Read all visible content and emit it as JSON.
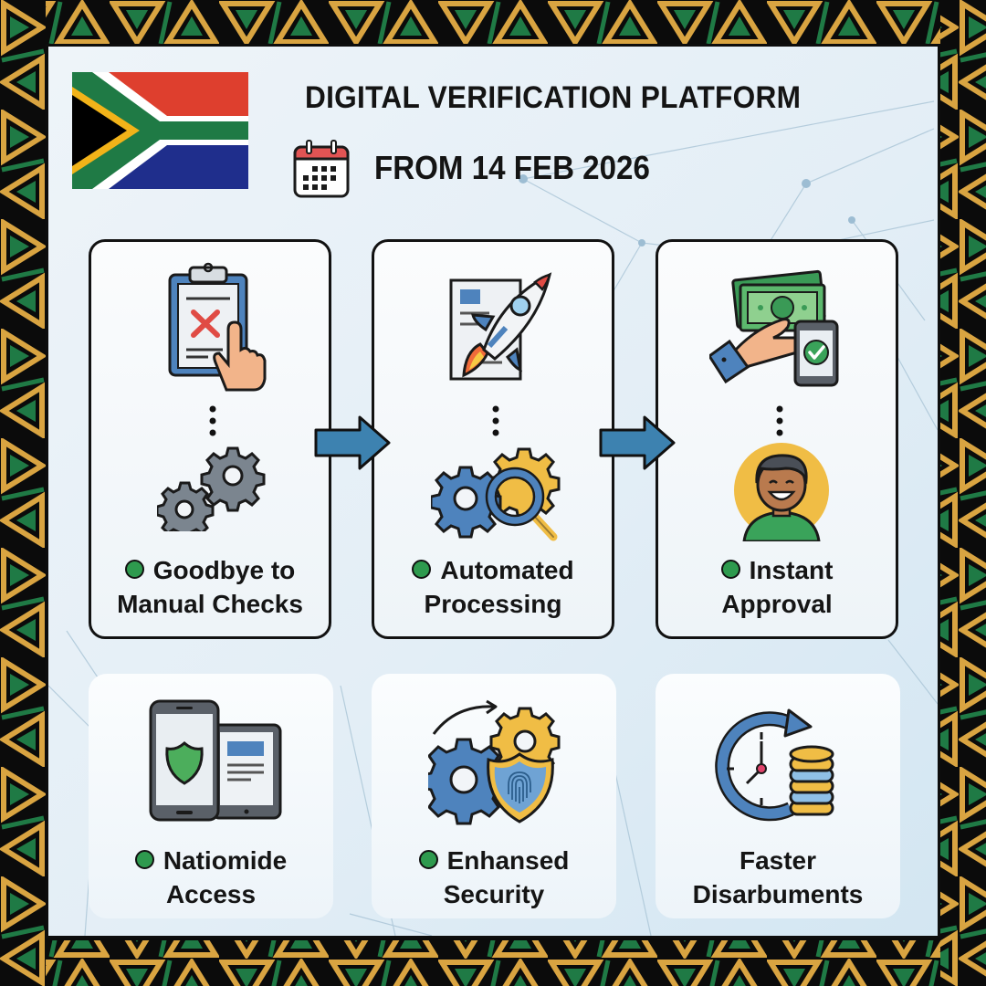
{
  "header": {
    "title": "DIGITAL VERIFICATION PLATFORM",
    "date_line": "FROM 14 FEB 2026",
    "calendar_icon": "calendar-icon",
    "flag": "south-africa-flag"
  },
  "process_steps": [
    {
      "line1": "Goodbye to",
      "line2": "Manual Checks",
      "bullet": true,
      "icons": [
        "clipboard-x-hand-icon",
        "gears-icon"
      ]
    },
    {
      "line1": "Automated",
      "line2": "Processing",
      "bullet": true,
      "icons": [
        "rocket-document-icon",
        "gears-magnifier-icon"
      ]
    },
    {
      "line1": "Instant",
      "line2": "Approval",
      "bullet": true,
      "icons": [
        "cash-hand-phone-check-icon",
        "happy-person-icon"
      ]
    }
  ],
  "connectors": [
    "arrow-right-icon",
    "arrow-right-icon"
  ],
  "benefits": [
    {
      "line1": "Natiomide",
      "line2": "Access",
      "bullet": true,
      "icon": "phone-tablet-shield-icon"
    },
    {
      "line1": "Enhansed",
      "line2": "Security",
      "bullet": true,
      "icon": "gears-fingerprint-shield-icon"
    },
    {
      "line1": "Faster",
      "line2": "Disarbuments",
      "bullet": false,
      "icon": "clock-coins-icon"
    }
  ],
  "colors": {
    "border_green": "#1f7a45",
    "border_gold": "#d9a441",
    "border_black": "#0b0b0b",
    "bullet_green": "#2e9a4e",
    "arrow_blue": "#3d82b0",
    "panel_bg": "#e6f0f7",
    "text": "#141414"
  }
}
